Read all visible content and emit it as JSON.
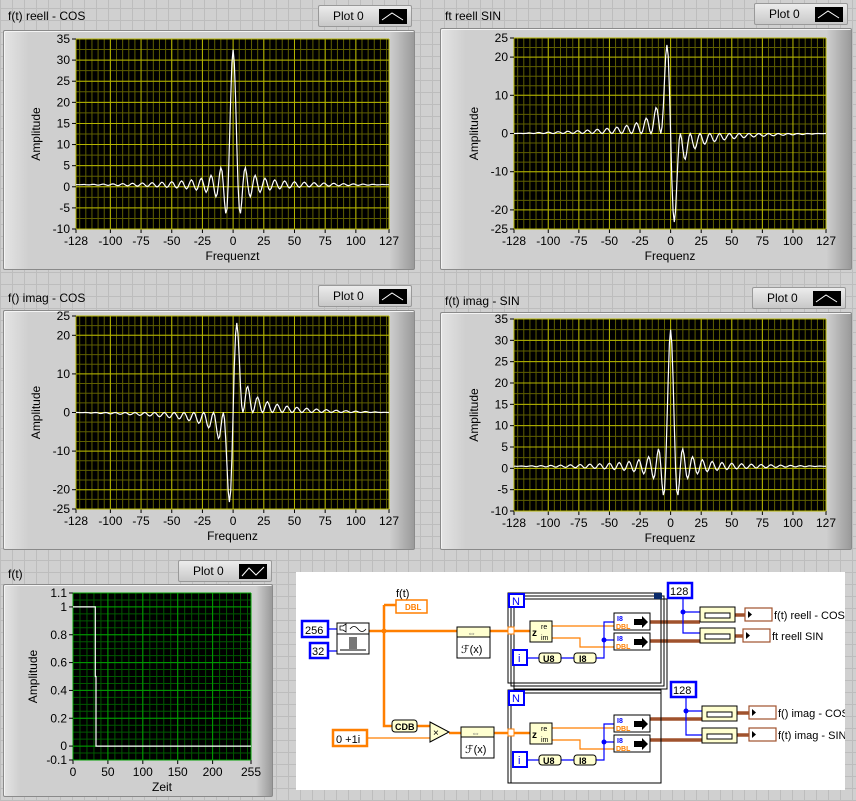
{
  "window": {
    "type": "LabVIEW front panel"
  },
  "graphs": [
    {
      "label": "f(t) reell - COS",
      "legend": "Plot 0"
    },
    {
      "label": "ft reell SIN",
      "legend": "Plot 0"
    },
    {
      "label": "f() imag - COS",
      "legend": "Plot 0"
    },
    {
      "label": "f(t) imag - SIN",
      "legend": "Plot 0"
    },
    {
      "label": "f(t)",
      "legend": "Plot 0"
    }
  ],
  "colors": {
    "plot_bg": "#000000",
    "grid_yellow_major": "#b4b400",
    "grid_yellow_minor": "#5e5e00",
    "grid_green_major": "#00a000",
    "grid_green_minor": "#005800",
    "trace": "#ffffff",
    "wire_orange": "#ff7f00",
    "wire_blue": "#0000ff",
    "wire_brown": "#a0522d"
  },
  "chart_data": [
    {
      "type": "line",
      "title": "f(t) reell - COS",
      "xlabel": "Frequenzt",
      "ylabel": "Amplitude",
      "xlim": [
        -128,
        127
      ],
      "ylim": [
        -10,
        35
      ],
      "xticks": [
        "-128",
        "-100",
        "-75",
        "-50",
        "-25",
        "0",
        "25",
        "50",
        "75",
        "100",
        "127"
      ],
      "yticks": [
        "35",
        "30",
        "25",
        "20",
        "15",
        "10",
        "5",
        "0",
        "-5",
        "-10"
      ],
      "minor_x": 5,
      "minor_y": 2.5,
      "grid": "yellow",
      "series": [
        {
          "name": "Plot 0",
          "source": "DFT(f)",
          "component": "re",
          "sign": 1
        }
      ]
    },
    {
      "type": "line",
      "title": "ft reell SIN",
      "xlabel": "Frequenz",
      "ylabel": "Amplitude",
      "xlim": [
        -128,
        127
      ],
      "ylim": [
        -25,
        25
      ],
      "xticks": [
        "-128",
        "-100",
        "-75",
        "-50",
        "-25",
        "0",
        "25",
        "50",
        "75",
        "100",
        "127"
      ],
      "yticks": [
        "25",
        "20",
        "10",
        "0",
        "-10",
        "-20",
        "-25"
      ],
      "minor_x": 5,
      "minor_y": 2.5,
      "grid": "yellow",
      "series": [
        {
          "name": "Plot 0",
          "source": "DFT(f)",
          "component": "im",
          "sign": 1
        }
      ]
    },
    {
      "type": "line",
      "title": "f() imag - COS",
      "xlabel": "Frequenz",
      "ylabel": "Amplitude",
      "xlim": [
        -128,
        127
      ],
      "ylim": [
        -25,
        25
      ],
      "xticks": [
        "-128",
        "-100",
        "-75",
        "-50",
        "-25",
        "0",
        "25",
        "50",
        "75",
        "100",
        "127"
      ],
      "yticks": [
        "25",
        "20",
        "10",
        "0",
        "-10",
        "-20",
        "-25"
      ],
      "minor_x": 5,
      "minor_y": 2.5,
      "grid": "yellow",
      "series": [
        {
          "name": "Plot 0",
          "source": "DFT(i*f)",
          "component": "re",
          "sign": -1
        }
      ]
    },
    {
      "type": "line",
      "title": "f(t) imag - SIN",
      "xlabel": "Frequenz",
      "ylabel": "Amplitude",
      "xlim": [
        -128,
        127
      ],
      "ylim": [
        -10,
        35
      ],
      "xticks": [
        "-128",
        "-100",
        "-75",
        "-50",
        "-25",
        "0",
        "25",
        "50",
        "75",
        "100",
        "127"
      ],
      "yticks": [
        "35",
        "30",
        "25",
        "20",
        "15",
        "10",
        "5",
        "0",
        "-5",
        "-10"
      ],
      "minor_x": 5,
      "minor_y": 2.5,
      "grid": "yellow",
      "series": [
        {
          "name": "Plot 0",
          "source": "DFT(i*f)",
          "component": "im",
          "sign": 1
        }
      ]
    },
    {
      "type": "line",
      "title": "f(t)",
      "xlabel": "Zeit",
      "ylabel": "Amplitude",
      "xlim": [
        0,
        255
      ],
      "ylim": [
        -0.1,
        1.1
      ],
      "xticks": [
        "0",
        "50",
        "100",
        "150",
        "200",
        "255"
      ],
      "yticks": [
        "1.1",
        "1",
        "0.8",
        "0.6",
        "0.4",
        "0.2",
        "0",
        "-0.1"
      ],
      "minor_x": 10,
      "minor_y": 0.05,
      "grid": "green",
      "series": [
        {
          "name": "Plot 0",
          "source": "f",
          "component": "value",
          "sign": 1
        }
      ]
    }
  ],
  "signal": {
    "samples": 256,
    "pulse_width": 32,
    "pulse_amplitude": 1,
    "edge_value": 0.5
  },
  "diagram": {
    "const_samples": "256",
    "const_width": "32",
    "const_complex": "0 +1i",
    "const_128_a": "128",
    "const_128_b": "128",
    "ft_label": "f(t)",
    "dbl": "DBL",
    "cdb": "CDB",
    "loop_n": "N",
    "loop_i": "i",
    "u8": "U8",
    "i8": "I8",
    "re": "re",
    "im": "im",
    "z": "z",
    "fft": "ℱ(x)",
    "multiply": "×",
    "outputs": [
      "f(t) reell - COS",
      "ft reell SIN",
      "f() imag - COS",
      "f(t) imag - SIN"
    ]
  }
}
